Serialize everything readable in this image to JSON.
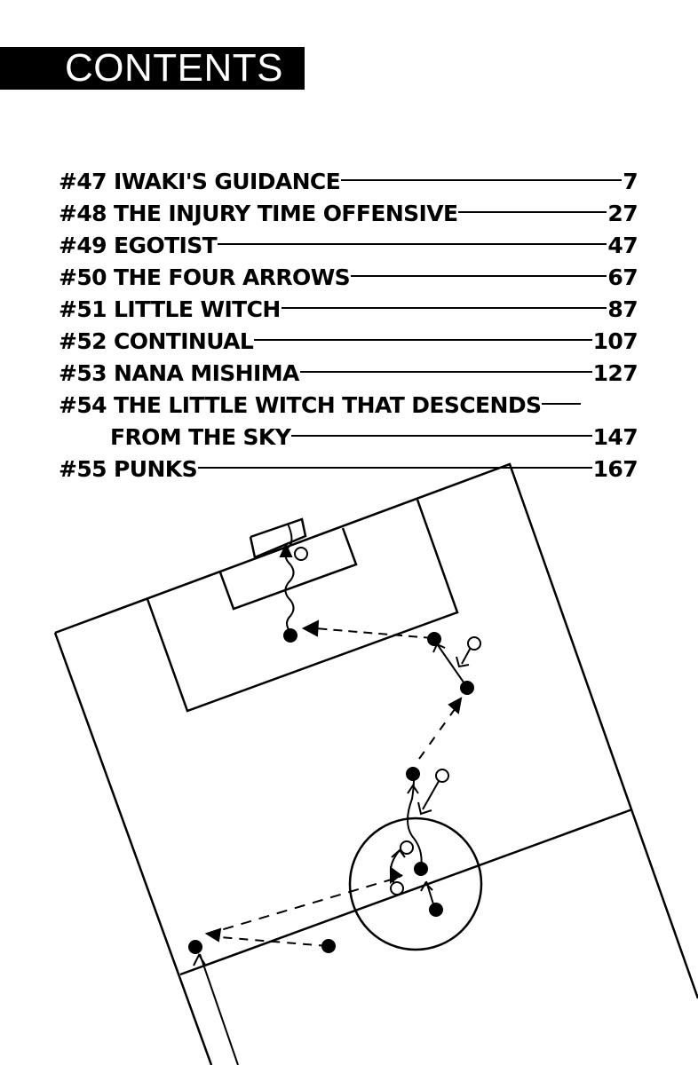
{
  "header": {
    "title": "CONTENTS"
  },
  "toc": {
    "entries": [
      {
        "number": "#47",
        "title": "IWAKI'S GUIDANCE",
        "page": "7"
      },
      {
        "number": "#48",
        "title": "THE INJURY TIME OFFENSIVE",
        "page": "27"
      },
      {
        "number": "#49",
        "title": "EGOTIST",
        "page": "47"
      },
      {
        "number": "#50",
        "title": "THE FOUR ARROWS",
        "page": "67"
      },
      {
        "number": "#51",
        "title": "LITTLE WITCH",
        "page": "87"
      },
      {
        "number": "#52",
        "title": "CONTINUAL",
        "page": "107"
      },
      {
        "number": "#53",
        "title": "NANA MISHIMA",
        "page": "127"
      },
      {
        "number": "#54",
        "title": "THE LITTLE WITCH THAT DESCENDS",
        "title_line2": "FROM THE SKY",
        "page": "147"
      },
      {
        "number": "#55",
        "title": "PUNKS",
        "page": "167"
      }
    ]
  },
  "diagram": {
    "subject": "soccer-field-play-diagram",
    "line_color": "#000000",
    "background_color": "#ffffff"
  }
}
